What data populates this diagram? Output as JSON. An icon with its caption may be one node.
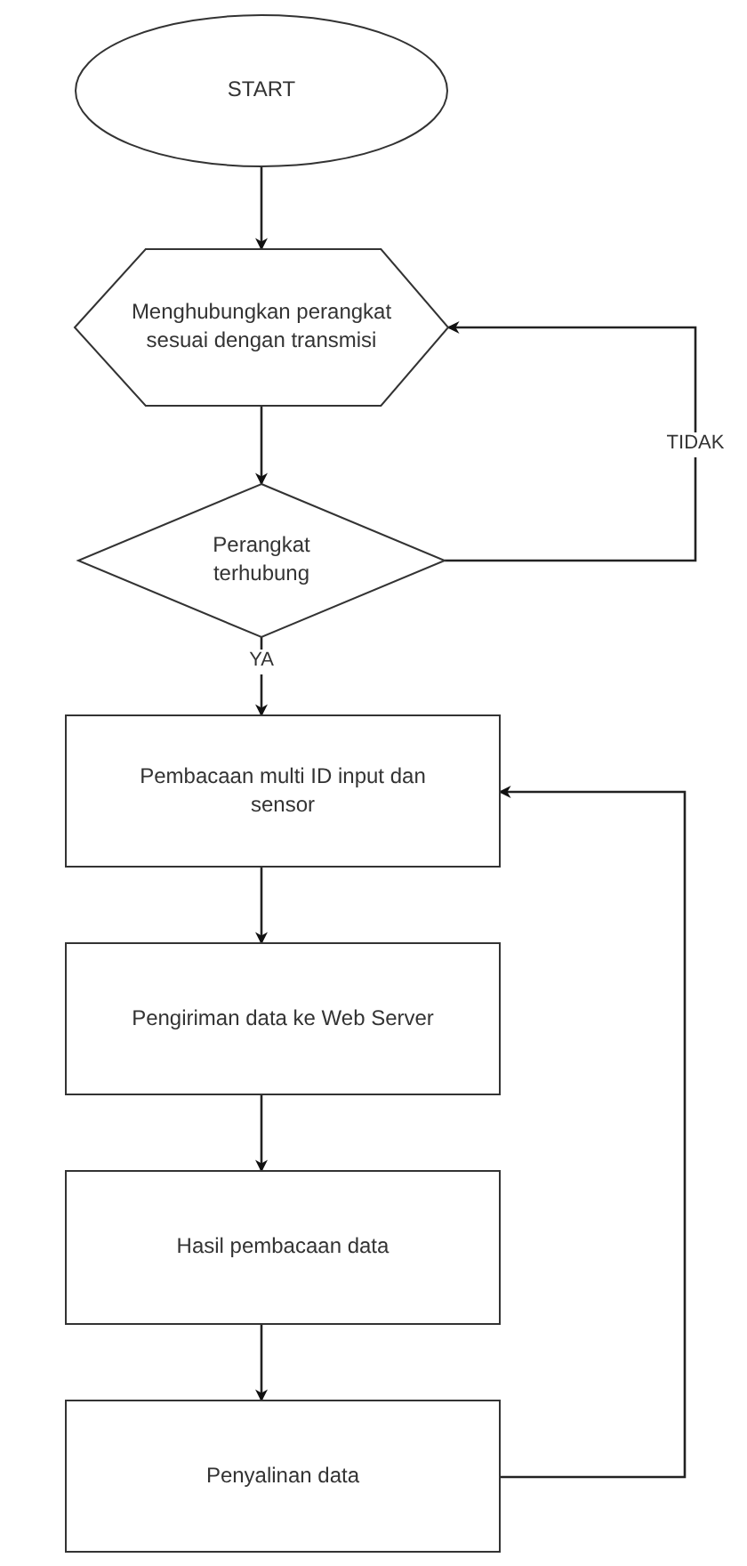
{
  "diagram": {
    "nodes": [
      {
        "text": [
          "START"
        ]
      },
      {
        "text": [
          "Menghubungkan perangkat sesuai dengan transmisi"
        ]
      },
      {
        "text": [
          "Perangkat terhubung"
        ]
      },
      {
        "text": [
          "Pembacaan multi ID input dan sensor"
        ]
      },
      {
        "text": [
          "Pengiriman data ke Web Server"
        ]
      },
      {
        "text": [
          "Hasil pembacaan data"
        ]
      },
      {
        "text": [
          "Penyalinan data"
        ]
      }
    ],
    "edges": [
      {
        "from": 0,
        "to": 1,
        "arrow": "to"
      },
      {
        "from": 1,
        "to": 2,
        "arrow": "to"
      },
      {
        "from": 2,
        "to": 3,
        "arrow": "to",
        "label": "YA"
      },
      {
        "from": 3,
        "to": 4,
        "arrow": "to"
      },
      {
        "from": 4,
        "to": 5,
        "arrow": "to"
      },
      {
        "from": 5,
        "to": 6,
        "arrow": "to"
      },
      {
        "from": 6,
        "to": 3,
        "arrow": "to"
      },
      {
        "from": 2,
        "to": 1,
        "arrow": "to",
        "label": "TIDAK"
      }
    ]
  }
}
